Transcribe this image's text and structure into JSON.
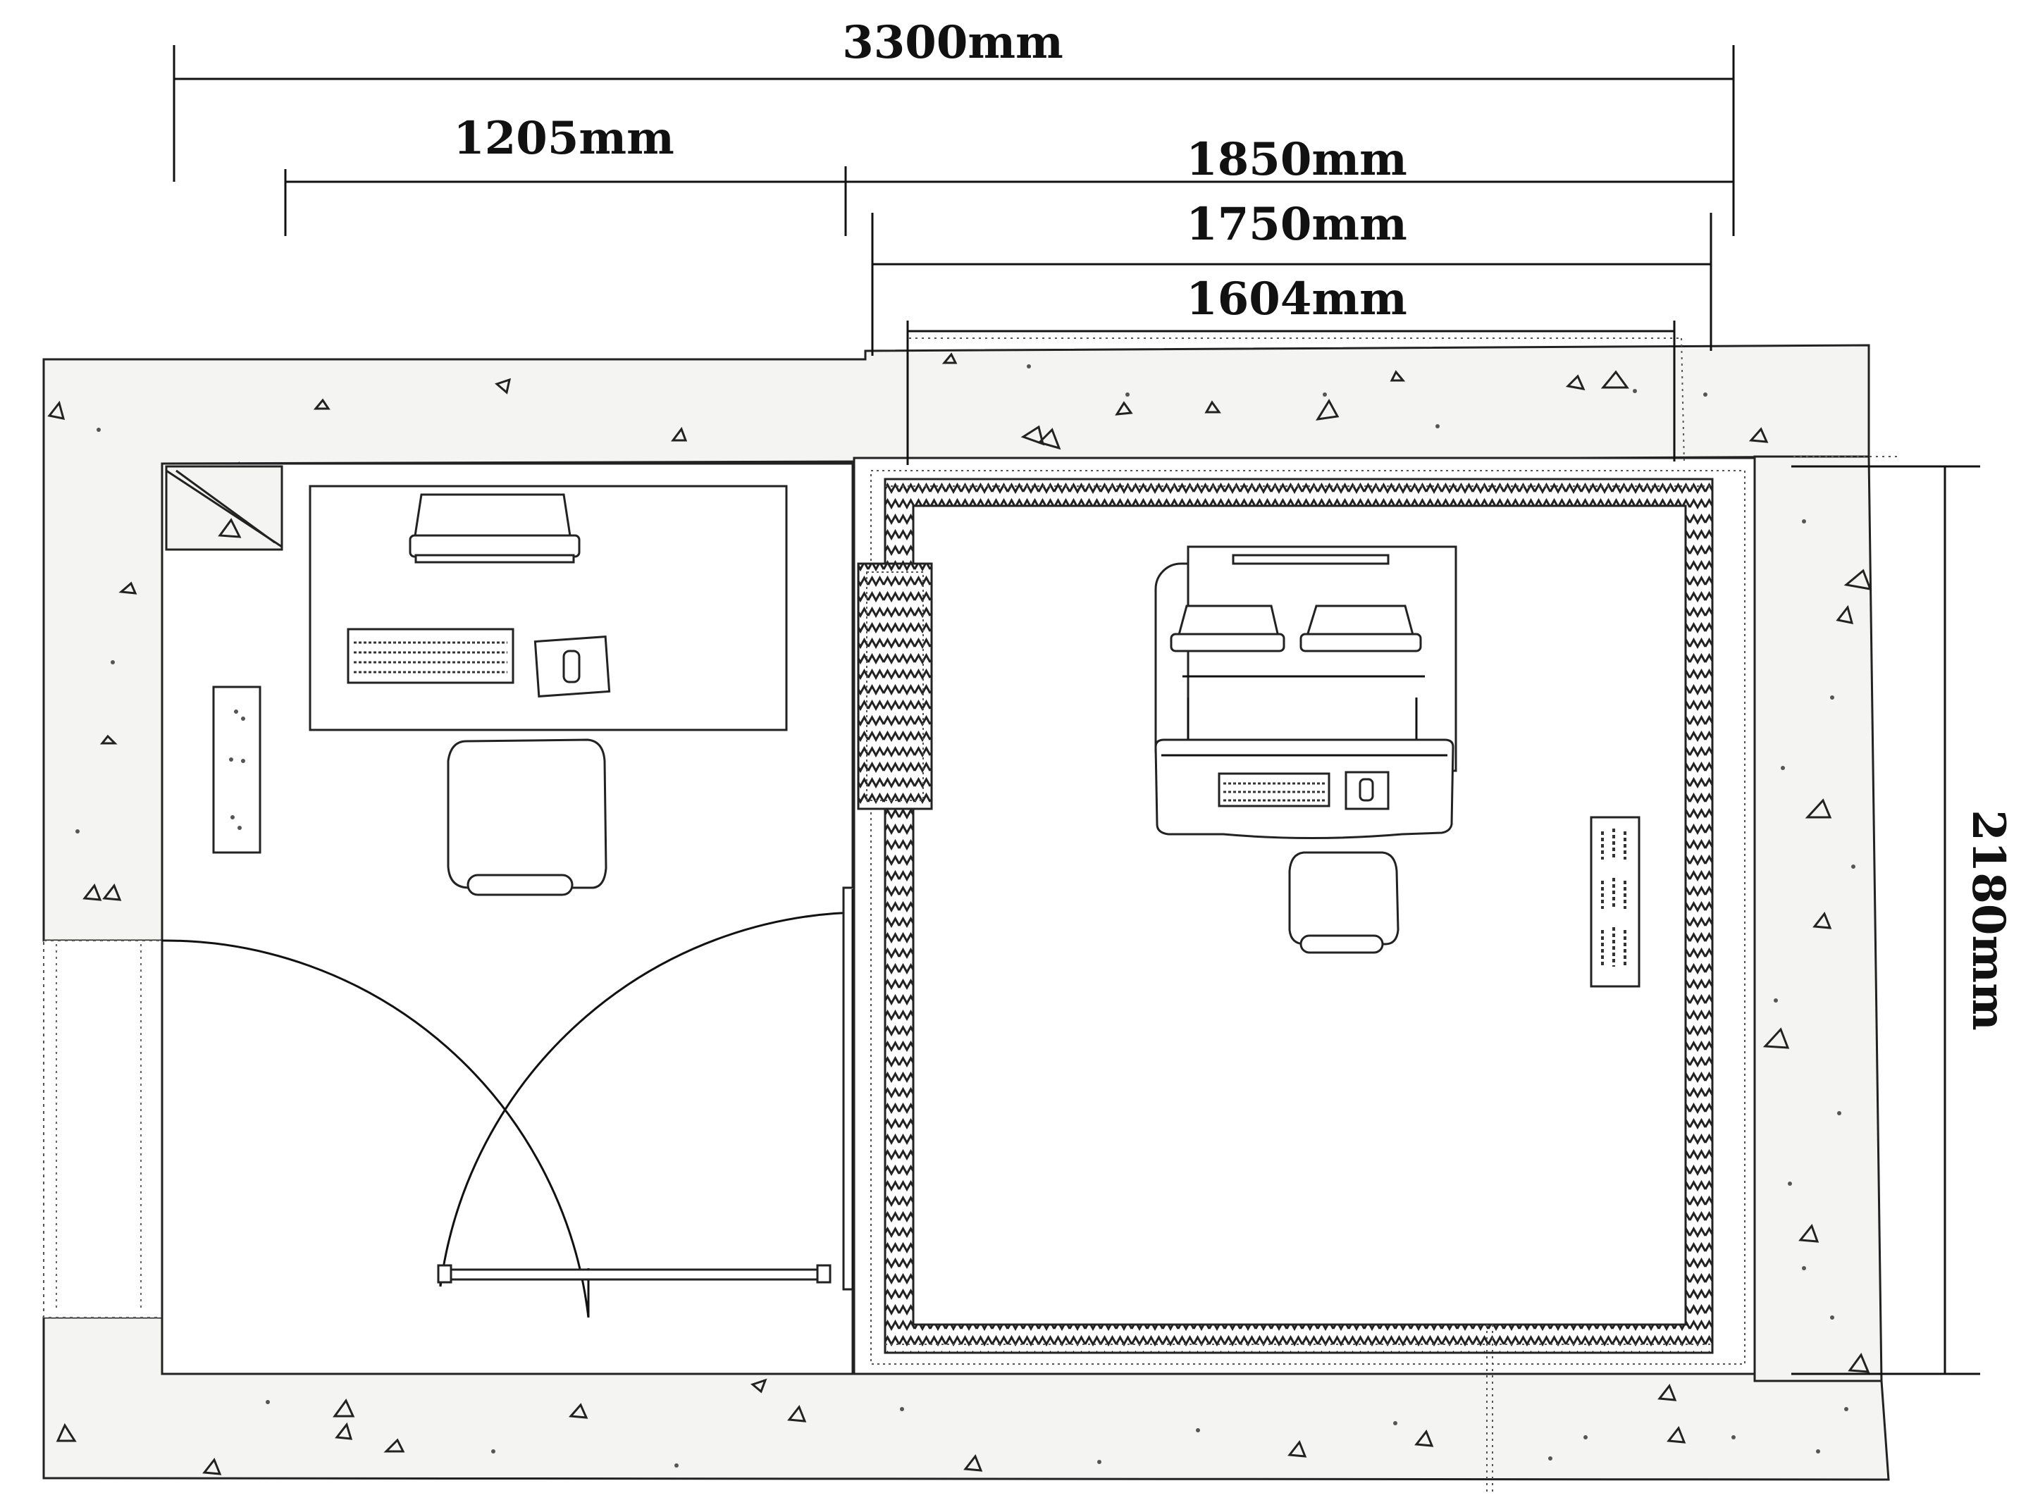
{
  "dimensions": {
    "total_width": "3300mm",
    "anteroom_width": "1205mm",
    "room_outer_width": "1850mm",
    "room_mid_width": "1750mm",
    "room_inner_width": "1604mm",
    "room_depth": "2180mm"
  }
}
